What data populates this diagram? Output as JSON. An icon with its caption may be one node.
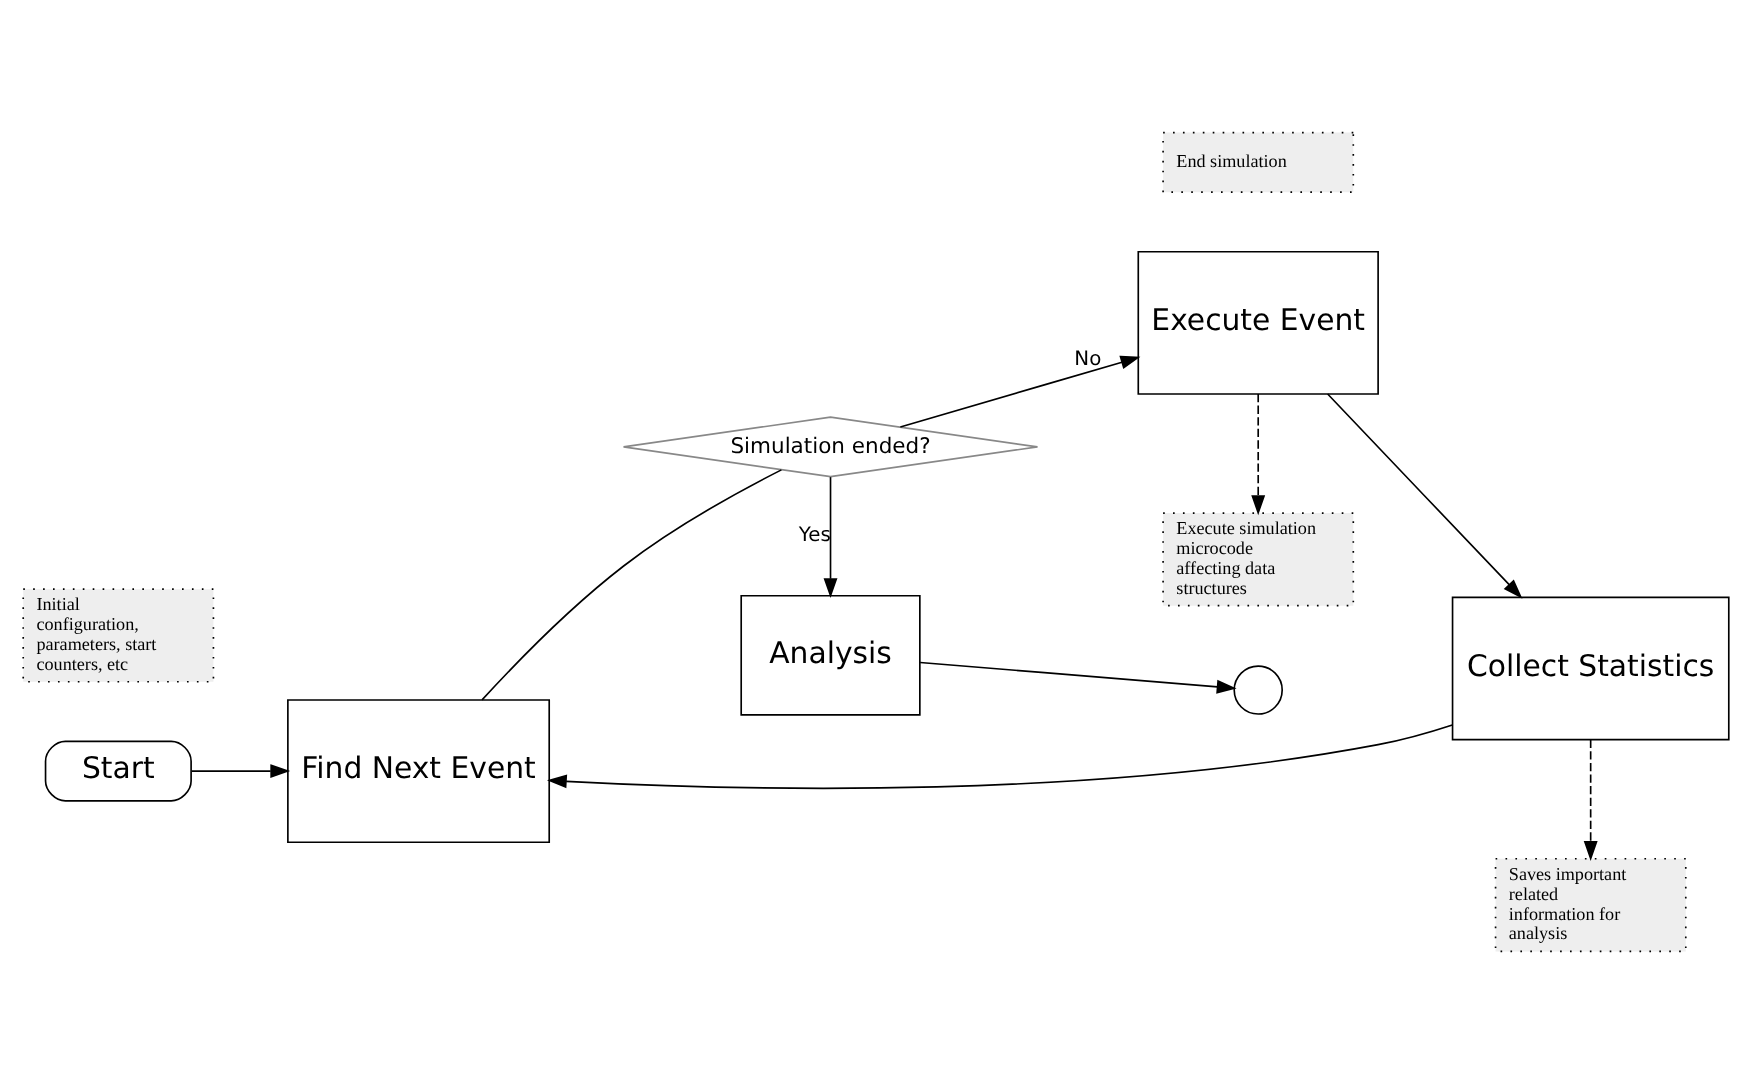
{
  "diagram": {
    "nodes": [
      {
        "text": [
          "Start"
        ]
      },
      {
        "text": [
          "Initial configuration, parameters, start counters, etc"
        ]
      },
      {
        "text": [
          "Find Next Event"
        ]
      },
      {
        "text": [
          "Simulation ended?"
        ]
      },
      {
        "text": [
          "Execute Event"
        ]
      },
      {
        "text": [
          "Execute simulation microcode affecting data structures"
        ]
      },
      {
        "text": [
          "Collect Statistics"
        ]
      },
      {
        "text": [
          "Saves important related information for analysis"
        ]
      },
      {
        "text": [
          "Analysis"
        ]
      },
      {
        "text": [],
        "shape": "circle"
      },
      {
        "text": [
          "End simulation"
        ]
      }
    ],
    "edges": [
      {
        "from": 0,
        "to": 2,
        "arrow": "to"
      },
      {
        "from": 2,
        "to": 3,
        "arrow": "none"
      },
      {
        "from": 3,
        "to": 4,
        "arrow": "to",
        "label": "No"
      },
      {
        "from": 4,
        "to": 5,
        "arrow": "to",
        "style": "dashed"
      },
      {
        "from": 4,
        "to": 6,
        "arrow": "to"
      },
      {
        "from": 6,
        "to": 7,
        "arrow": "to",
        "style": "dashed"
      },
      {
        "from": 6,
        "to": 2,
        "arrow": "to"
      },
      {
        "from": 3,
        "to": 8,
        "arrow": "to",
        "label": "Yes"
      },
      {
        "from": 8,
        "to": 9,
        "arrow": "to"
      }
    ]
  }
}
